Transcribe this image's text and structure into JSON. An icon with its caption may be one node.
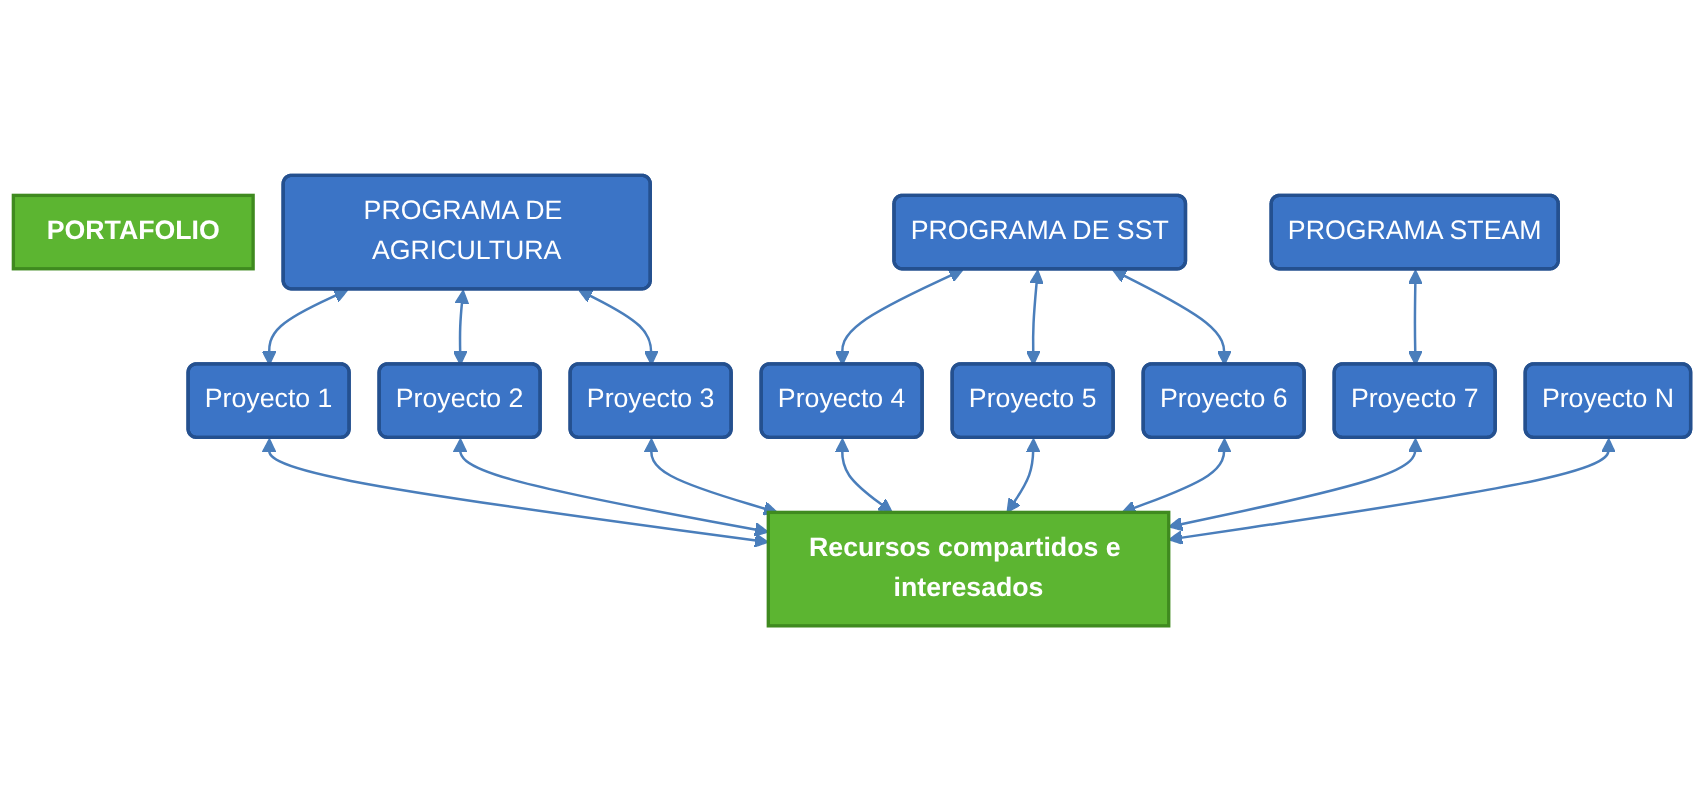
{
  "diagram": {
    "nodes": [
      {
        "text": [
          "PORTAFOLIO"
        ]
      },
      {
        "text": [
          "PROGRAMA DE AGRICULTURA"
        ]
      },
      {
        "text": [
          "PROGRAMA DE SST"
        ]
      },
      {
        "text": [
          "PROGRAMA STEAM"
        ]
      },
      {
        "text": [
          "Proyecto 1"
        ]
      },
      {
        "text": [
          "Proyecto 2"
        ]
      },
      {
        "text": [
          "Proyecto 3"
        ]
      },
      {
        "text": [
          "Proyecto 4"
        ]
      },
      {
        "text": [
          "Proyecto 5"
        ]
      },
      {
        "text": [
          "Proyecto 6"
        ]
      },
      {
        "text": [
          "Proyecto 7"
        ]
      },
      {
        "text": [
          "Proyecto N"
        ]
      },
      {
        "text": [
          "Recursos compartidos e interesados"
        ]
      }
    ],
    "edges": [
      {
        "from": 1,
        "to": 4,
        "arrow": "both"
      },
      {
        "from": 1,
        "to": 5,
        "arrow": "both"
      },
      {
        "from": 1,
        "to": 6,
        "arrow": "both"
      },
      {
        "from": 2,
        "to": 7,
        "arrow": "both"
      },
      {
        "from": 2,
        "to": 8,
        "arrow": "both"
      },
      {
        "from": 2,
        "to": 9,
        "arrow": "both"
      },
      {
        "from": 3,
        "to": 10,
        "arrow": "both"
      },
      {
        "from": 4,
        "to": 12,
        "arrow": "both"
      },
      {
        "from": 5,
        "to": 12,
        "arrow": "both"
      },
      {
        "from": 6,
        "to": 12,
        "arrow": "both"
      },
      {
        "from": 7,
        "to": 12,
        "arrow": "both"
      },
      {
        "from": 8,
        "to": 12,
        "arrow": "both"
      },
      {
        "from": 9,
        "to": 12,
        "arrow": "both"
      },
      {
        "from": 10,
        "to": 12,
        "arrow": "both"
      },
      {
        "from": 11,
        "to": 12,
        "arrow": "both"
      }
    ]
  }
}
